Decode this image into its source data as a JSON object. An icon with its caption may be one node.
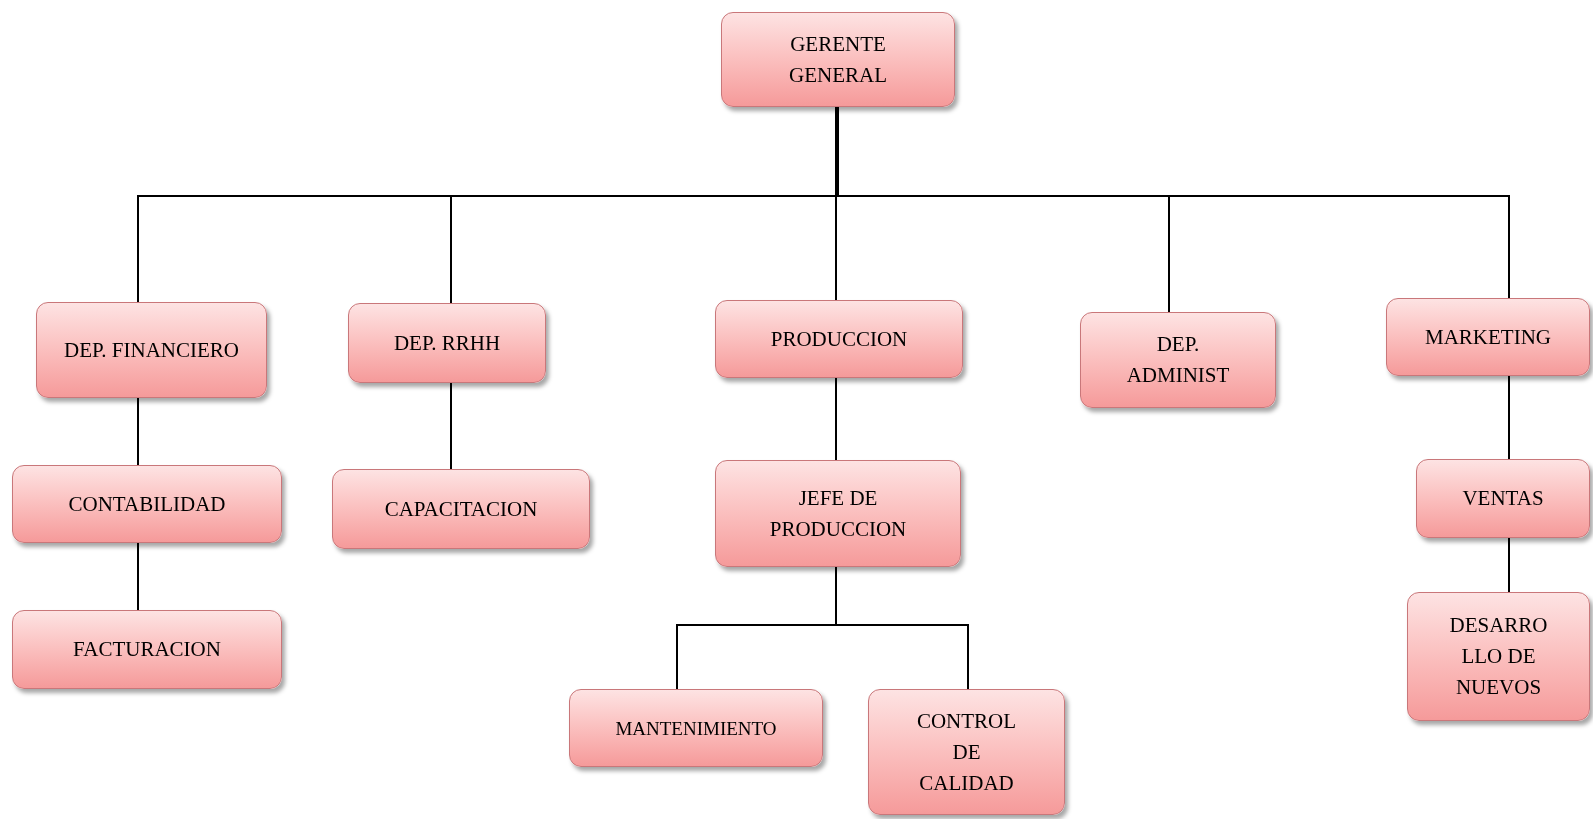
{
  "diagram": {
    "nodes": [
      {
        "text": [
          "GERENTE GENERAL"
        ]
      },
      {
        "text": [
          "DEP. FINANCIERO"
        ]
      },
      {
        "text": [
          "DEP. RRHH"
        ]
      },
      {
        "text": [
          "PRODUCCION"
        ]
      },
      {
        "text": [
          "DEP. ADMINIST"
        ]
      },
      {
        "text": [
          "MARKETING"
        ]
      },
      {
        "text": [
          "CONTABILIDAD"
        ]
      },
      {
        "text": [
          "FACTURACION"
        ]
      },
      {
        "text": [
          "CAPACITACION"
        ]
      },
      {
        "text": [
          "JEFE DE PRODUCCION"
        ]
      },
      {
        "text": [
          "MANTENIMIENTO"
        ]
      },
      {
        "text": [
          "CONTROL DE CALIDAD"
        ]
      },
      {
        "text": [
          "VENTAS"
        ]
      },
      {
        "text": [
          "DESARRO LLO DE NUEVOS"
        ]
      }
    ],
    "edges": [
      {
        "from": 0,
        "to": 1,
        "arrow": "none"
      },
      {
        "from": 0,
        "to": 2,
        "arrow": "none"
      },
      {
        "from": 0,
        "to": 3,
        "arrow": "none"
      },
      {
        "from": 0,
        "to": 4,
        "arrow": "none"
      },
      {
        "from": 0,
        "to": 5,
        "arrow": "none"
      },
      {
        "from": 1,
        "to": 6,
        "arrow": "none"
      },
      {
        "from": 6,
        "to": 7,
        "arrow": "none"
      },
      {
        "from": 2,
        "to": 8,
        "arrow": "none"
      },
      {
        "from": 3,
        "to": 9,
        "arrow": "none"
      },
      {
        "from": 9,
        "to": 10,
        "arrow": "none"
      },
      {
        "from": 9,
        "to": 11,
        "arrow": "none"
      },
      {
        "from": 5,
        "to": 12,
        "arrow": "none"
      },
      {
        "from": 12,
        "to": 13,
        "arrow": "none"
      }
    ]
  }
}
